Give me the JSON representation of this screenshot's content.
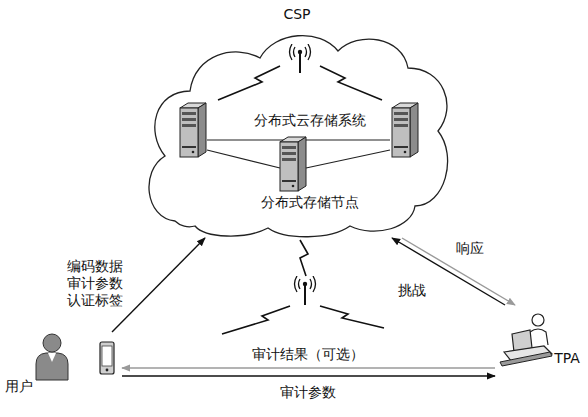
{
  "diagram": {
    "nodes": [
      {
        "text": [
          "CSP",
          "分布式云存储系统",
          "分布式存储节点"
        ]
      },
      {
        "text": [
          "用户"
        ]
      },
      {
        "text": [
          "TPA"
        ]
      }
    ],
    "edges": [
      {
        "from": 1,
        "to": 0,
        "arrow": "to",
        "label": "编码数据 审计参数 认证标签"
      },
      {
        "from": 0,
        "to": 2,
        "arrow": "to",
        "label": "响应"
      },
      {
        "from": 2,
        "to": 0,
        "arrow": "to",
        "label": "挑战"
      },
      {
        "from": 2,
        "to": 1,
        "arrow": "to",
        "label": "审计结果（可选）"
      },
      {
        "from": 1,
        "to": 2,
        "arrow": "to",
        "label": "审计参数"
      }
    ]
  }
}
